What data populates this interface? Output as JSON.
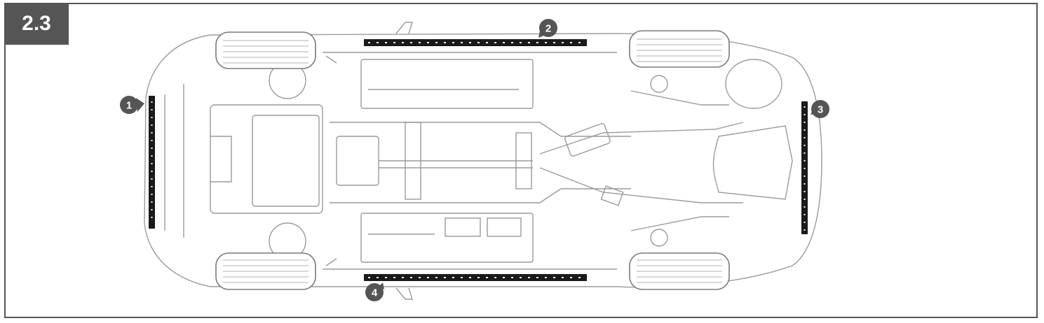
{
  "figure": {
    "number": "2.3"
  },
  "diagram": {
    "subject": "vehicle-underbody-view",
    "callouts": [
      {
        "id": "1",
        "label": "1"
      },
      {
        "id": "2",
        "label": "2"
      },
      {
        "id": "3",
        "label": "3"
      },
      {
        "id": "4",
        "label": "4"
      }
    ],
    "colors": {
      "frame": "#555555",
      "callout": "#555555",
      "strip": "#1a1a1a",
      "line": "#9a9a9a"
    }
  }
}
